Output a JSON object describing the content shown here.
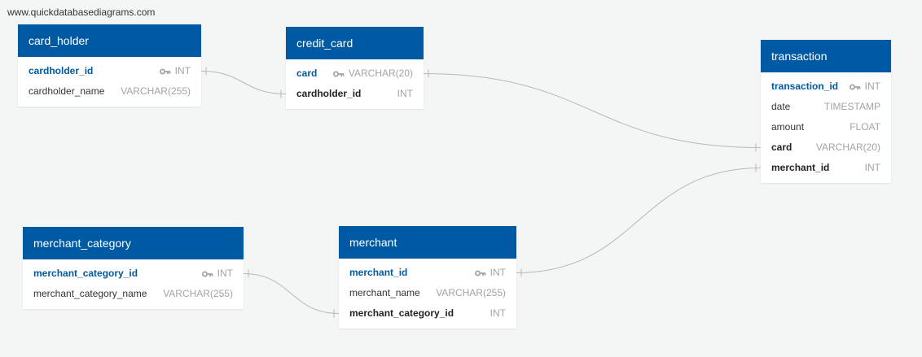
{
  "watermark": "www.quickdatabasediagrams.com",
  "colors": {
    "header": "#005aa3",
    "pk_text": "#005aa3",
    "type_text": "#a3a3a3",
    "link": "#b8b8b8",
    "background": "#f4f5f5"
  },
  "icons": {
    "primary_key": "key-icon"
  },
  "tables": {
    "card_holder": {
      "name": "card_holder",
      "fields": [
        {
          "name": "cardholder_id",
          "type": "INT",
          "pk": true
        },
        {
          "name": "cardholder_name",
          "type": "VARCHAR(255)"
        }
      ]
    },
    "credit_card": {
      "name": "credit_card",
      "fields": [
        {
          "name": "card",
          "type": "VARCHAR(20)",
          "pk": true
        },
        {
          "name": "cardholder_id",
          "type": "INT",
          "fk": true
        }
      ]
    },
    "transaction": {
      "name": "transaction",
      "fields": [
        {
          "name": "transaction_id",
          "type": "INT",
          "pk": true
        },
        {
          "name": "date",
          "type": "TIMESTAMP"
        },
        {
          "name": "amount",
          "type": "FLOAT"
        },
        {
          "name": "card",
          "type": "VARCHAR(20)",
          "fk": true
        },
        {
          "name": "merchant_id",
          "type": "INT",
          "fk": true
        }
      ]
    },
    "merchant_category": {
      "name": "merchant_category",
      "fields": [
        {
          "name": "merchant_category_id",
          "type": "INT",
          "pk": true
        },
        {
          "name": "merchant_category_name",
          "type": "VARCHAR(255)"
        }
      ]
    },
    "merchant": {
      "name": "merchant",
      "fields": [
        {
          "name": "merchant_id",
          "type": "INT",
          "pk": true
        },
        {
          "name": "merchant_name",
          "type": "VARCHAR(255)"
        },
        {
          "name": "merchant_category_id",
          "type": "INT",
          "fk": true
        }
      ]
    }
  },
  "relationships": [
    {
      "from": "card_holder.cardholder_id",
      "to": "credit_card.cardholder_id"
    },
    {
      "from": "credit_card.card",
      "to": "transaction.card"
    },
    {
      "from": "merchant.merchant_id",
      "to": "transaction.merchant_id"
    },
    {
      "from": "merchant_category.merchant_category_id",
      "to": "merchant.merchant_category_id"
    }
  ]
}
